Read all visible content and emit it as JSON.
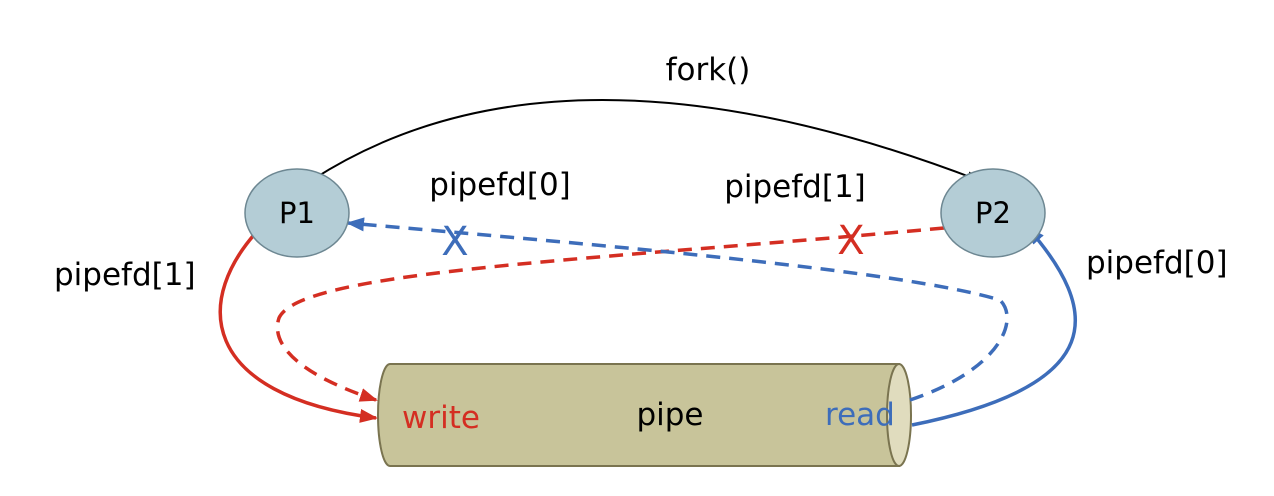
{
  "colors": {
    "background": "#ffffff",
    "process_fill": "#b4cdd6",
    "process_stroke": "#6d8792",
    "pipe_body": "#c8c49a",
    "pipe_end": "#e0dcbe",
    "pipe_stroke": "#7a7450",
    "black": "#000000",
    "red": "#d42e22",
    "blue": "#3d6dba"
  },
  "nodes": {
    "p1": {
      "label": "P1"
    },
    "p2": {
      "label": "P2"
    }
  },
  "pipe": {
    "label": "pipe",
    "write_label": "write",
    "read_label": "read"
  },
  "edges": {
    "fork": {
      "label": "fork()"
    },
    "p1_write": {
      "label": "pipefd[1]"
    },
    "p1_read_closed": {
      "label": "pipefd[0]",
      "closed_mark": "X"
    },
    "p2_write_closed": {
      "label": "pipefd[1]",
      "closed_mark": "X"
    },
    "p2_read": {
      "label": "pipefd[0]"
    }
  }
}
